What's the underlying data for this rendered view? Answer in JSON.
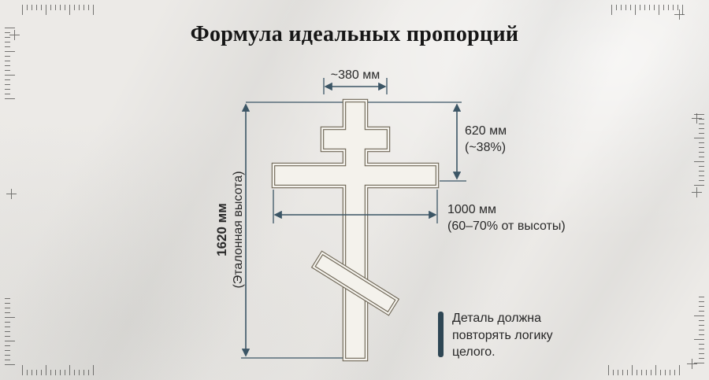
{
  "title": "Формула идеальных пропорций",
  "dims": {
    "top_width": "~380 мм",
    "upper_value": "620 мм",
    "upper_percent": "(~38%)",
    "bar_value": "1000 мм",
    "bar_percent": "(60–70% от высоты)",
    "height_value": "1620 мм",
    "height_note": "(Эталонная высота)"
  },
  "callout": {
    "lines": [
      "Деталь должна",
      "повторять логику",
      "целого."
    ]
  },
  "colors": {
    "dimension": "#3b5565",
    "cross": "#6f6757",
    "callout_bar": "#2e4654",
    "tick": "#4c4c4a"
  }
}
